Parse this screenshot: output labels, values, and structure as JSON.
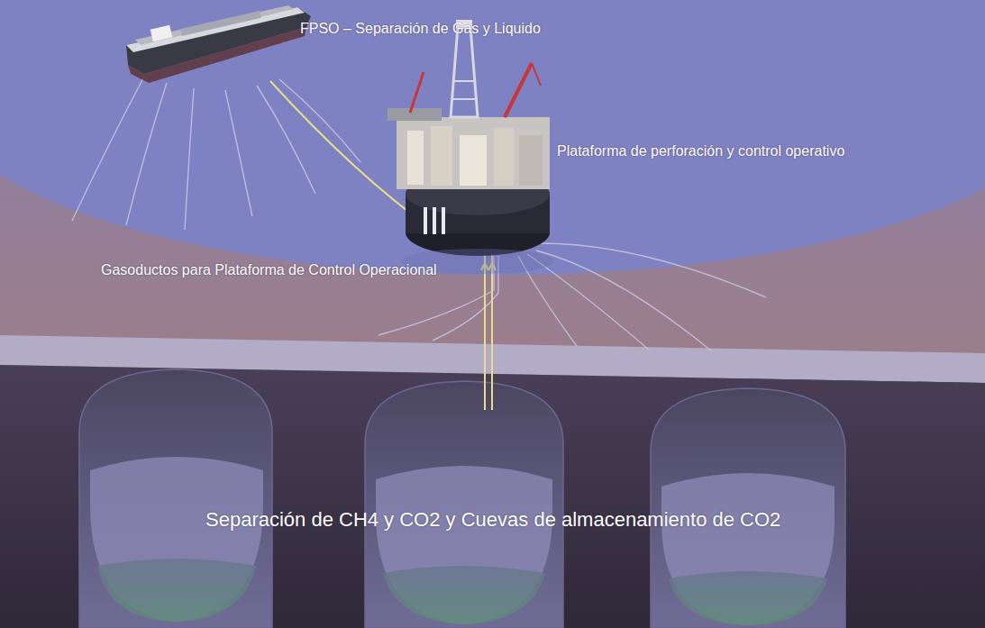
{
  "diagram": {
    "labels": [
      "FPSO – Separación de Gas y Liquido",
      "Plataforma de perforación y control operativo",
      "Gasoductos para Plataforma de Control Operacional",
      "Separación de CH4 y CO2 y Cuevas de almacenamiento de CO2"
    ]
  }
}
